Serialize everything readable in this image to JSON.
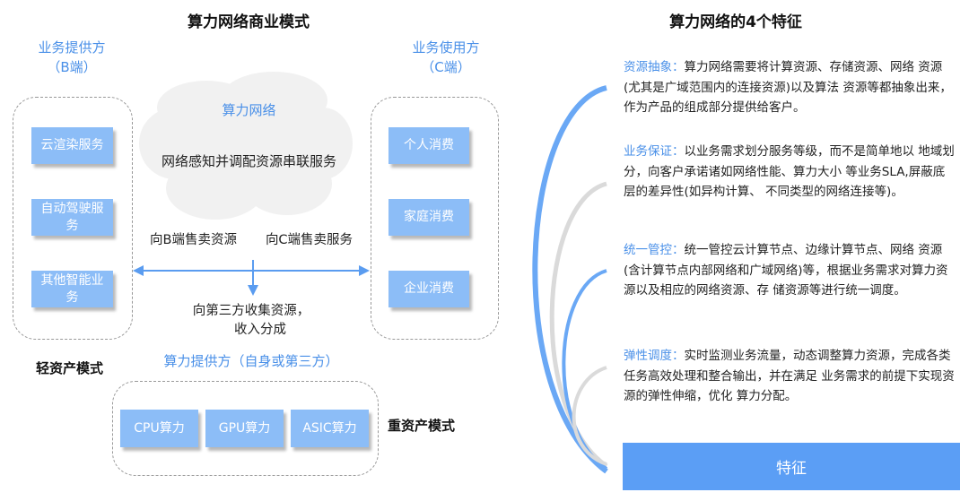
{
  "left": {
    "title": "算力网络商业模式",
    "provider_b": {
      "line1": "业务提供方",
      "line2": "（B端）",
      "items": [
        "云渲染服务",
        "自动驾驶服务",
        "其他智能业务"
      ]
    },
    "user_c": {
      "line1": "业务使用方",
      "line2": "（C端）",
      "items": [
        "个人消费",
        "家庭消费",
        "企业消费"
      ]
    },
    "cloud": {
      "title": "算力网络",
      "desc": "网络感知并调配资源串联服务"
    },
    "sell_b": "向B端售卖资源",
    "sell_c": "向C端售卖服务",
    "collect_line1": "向第三方收集资源，",
    "collect_line2": "收入分成",
    "light_mode": "轻资产模式",
    "compute_provider": "算力提供方（自身或第三方）",
    "compute_items": [
      "CPU算力",
      "GPU算力",
      "ASIC算力"
    ],
    "heavy_mode": "重资产模式"
  },
  "right": {
    "title": "算力网络的4个特征",
    "features": [
      {
        "key": "资源抽象：",
        "text": "算力网络需要将计算资源、存储资源、网络 资源(尤其是广域范围内的连接资源)以及算法 资源等都抽象出来，作为产品的组成部分提供给客户。"
      },
      {
        "key": "业务保证：",
        "text": "以业务需求划分服务等级，而不是简单地以 地域划分，向客户承诺诸如网络性能、算力大小 等业务SLA,屏蔽底层的差异性(如异构计算、 不同类型的网络连接等)。"
      },
      {
        "key": "统一管控：",
        "text": "统一管控云计算节点、边缘计算节点、网络 资源(含计算节点内部网络和广域网络)等，根据业务需求对算力资源以及相应的网络资源、存 储资源等进行统一调度。"
      },
      {
        "key": "弹性调度：",
        "text": "实时监测业务流量，动态调整算力资源，完成各类任务高效处理和整合输出，并在满足 业务需求的前提下实现资源的弹性伸缩，优化 算力分配。"
      }
    ],
    "button": "特征"
  },
  "colors": {
    "accent": "#4a90e8",
    "box": "#8cbdf7",
    "button": "#5b9ef5",
    "gray_curve": "#d9d9d9"
  }
}
